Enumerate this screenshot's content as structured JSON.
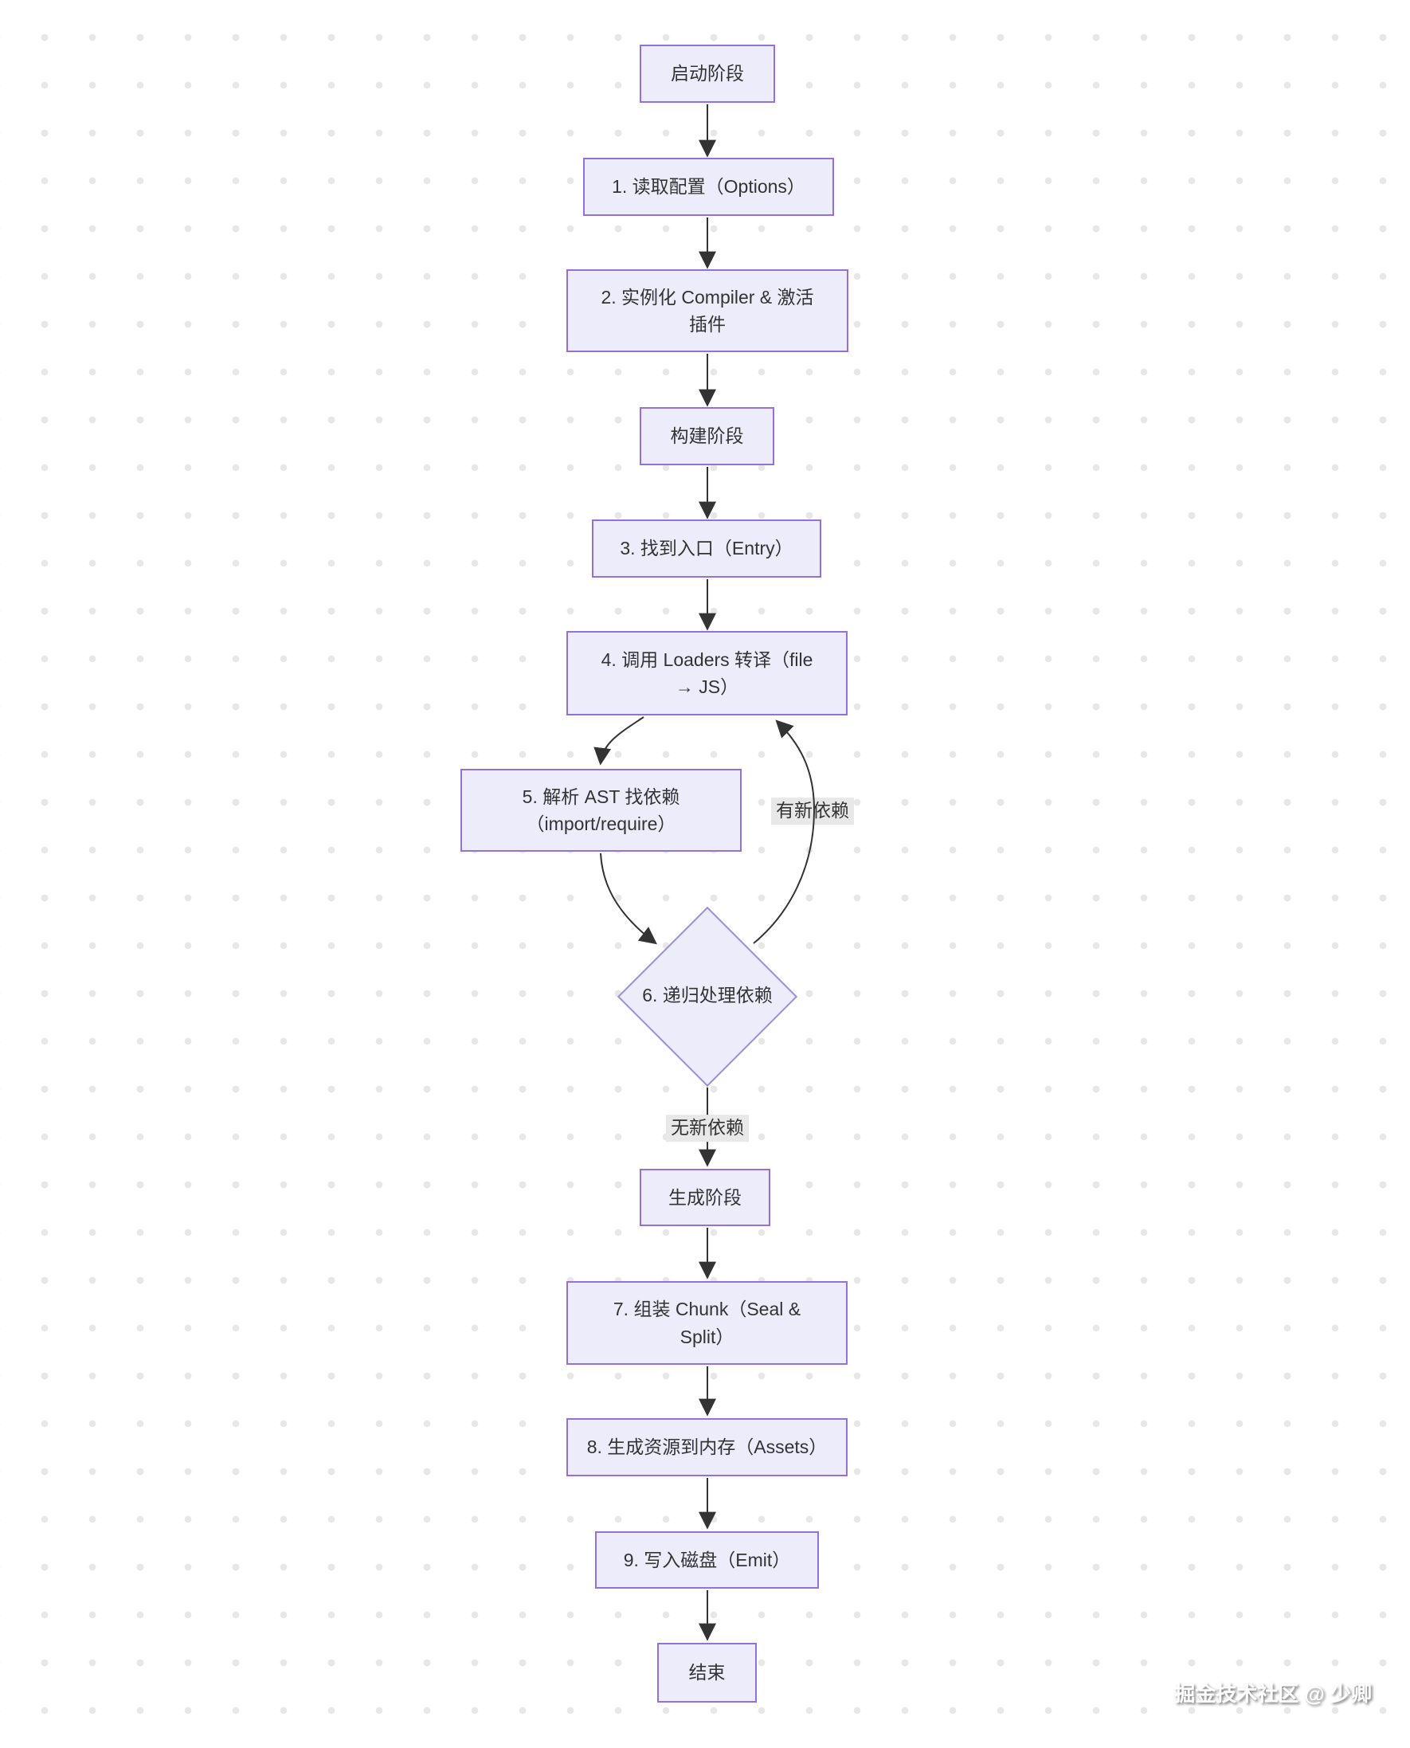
{
  "diagram": {
    "nodes": {
      "start": "启动阶段",
      "step1": "1. 读取配置（Options）",
      "step2": "2. 实例化 Compiler & 激活\n插件",
      "build": "构建阶段",
      "step3": "3. 找到入口（Entry）",
      "step4": "4. 调用 Loaders 转译（file\n→ JS）",
      "step5": "5. 解析 AST 找依赖\n（import/require）",
      "step6": "6. 递归处理依赖",
      "generate": "生成阶段",
      "step7": "7. 组装 Chunk（Seal &\nSplit）",
      "step8": "8. 生成资源到内存（Assets）",
      "step9": "9. 写入磁盘（Emit）",
      "end": "结束"
    },
    "edge_labels": {
      "has_new_dependency": "有新依赖",
      "no_new_dependency": "无新依赖"
    },
    "colors": {
      "node_fill": "#ECECFB",
      "node_border": "#9370DB",
      "arrow": "#333333",
      "edge_label_bg": "#E8E8E8",
      "text": "#333333"
    }
  },
  "watermark": "掘金技术社区 @ 少卿"
}
